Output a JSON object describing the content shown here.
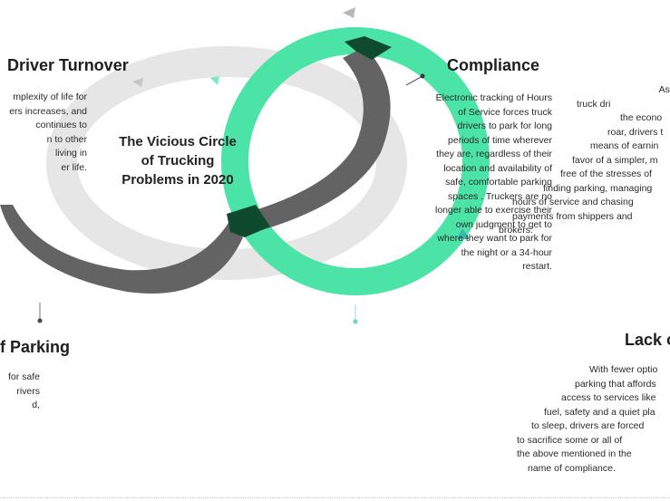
{
  "diagram": {
    "title_lines": [
      "The Vicious Circle",
      "of Trucking",
      "Problems in 2020"
    ],
    "sections": {
      "driver_turnover": {
        "heading": "Driver Turnover",
        "lines": [
          "mplexity of life for",
          "ers increases, and",
          "continues to",
          "n to other",
          "living in",
          "er life."
        ]
      },
      "compliance_center": {
        "lines": [
          "Electronic tracking of Hours",
          "of Service forces truck",
          "drivers to park for long",
          "periods of time wherever",
          "they are, regardless of their",
          "location and availability of",
          "safe, comfortable parking",
          "spaces . Truckers are no",
          "longer able to exercise their",
          "own judgment to get to",
          "where they want to park for",
          "the night or a 34-hour",
          "restart."
        ]
      },
      "compliance": {
        "heading": "Compliance",
        "lines": [
          "As c",
          "truck dri",
          "the econo",
          "roar, drivers t",
          "means of earnin",
          "favor of a simpler, m",
          "free of the stresses of",
          "finding parking, managing",
          "hours of service and chasing",
          "payments from shippers and",
          "brokers."
        ]
      },
      "lack_of_parking": {
        "heading_left": "f Parking",
        "heading_right": "Lack o",
        "left_lines": [
          "for safe",
          "rivers",
          "d,"
        ],
        "right_lines": [
          "With fewer optio",
          "parking that affords",
          "access to services like",
          "fuel, safety and a quiet pla",
          "to sleep, drivers are forced",
          "to sacrifice some or all of",
          "the above mentioned in the",
          "name of compliance."
        ]
      }
    },
    "colors": {
      "green": "#4ce3a6",
      "dark_green": "#0f4a2c",
      "gray": "#636363",
      "light_gray": "#e6e6e6",
      "teal": "#35b9b0"
    }
  }
}
